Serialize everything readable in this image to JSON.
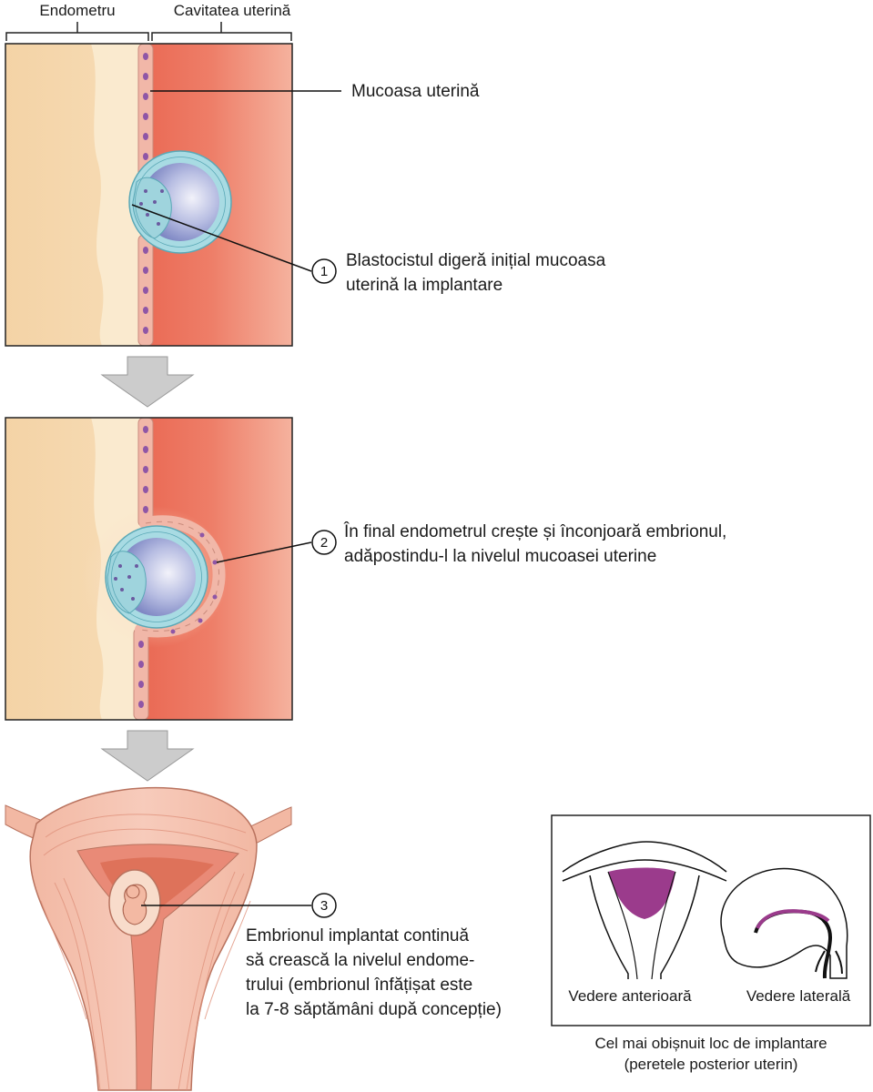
{
  "header": {
    "endometrium_label": "Endometru",
    "cavity_label": "Cavitatea uterină"
  },
  "panel1": {
    "mucosa_label": "Mucoasa uterină",
    "step_number": "1",
    "step_text_line1": "Blastocistul digeră inițial mucoasa",
    "step_text_line2": "uterină la implantare"
  },
  "panel2": {
    "step_number": "2",
    "step_text_line1": "În final endometrul crește și înconjoară embrionul,",
    "step_text_line2": "adăpostindu-l la nivelul mucoasei uterine"
  },
  "panel3": {
    "step_number": "3",
    "step_text_line1": "Embrionul implantat continuă",
    "step_text_line2": "să crească la nivelul endome-",
    "step_text_line3": "trului (embrionul înfățișat este",
    "step_text_line4": "la 7-8 săptămâni după concepție)"
  },
  "inset": {
    "anterior_label": "Vedere anterioară",
    "lateral_label": "Vedere laterală",
    "caption_line1": "Cel mai obișnuit loc de implantare",
    "caption_line2": "(peretele posterior uterin)"
  },
  "colors": {
    "endometrium": "#f6dcb0",
    "cavity": "#ee7c66",
    "mucosa_cells": "#f1b7a8",
    "cell_nucleus": "#8f56a6",
    "trophoblast": "#a8dbe3",
    "blastocoel": "#9da6d6",
    "implantation_site": "#9b3b8c",
    "arrow": "#cccccc"
  }
}
